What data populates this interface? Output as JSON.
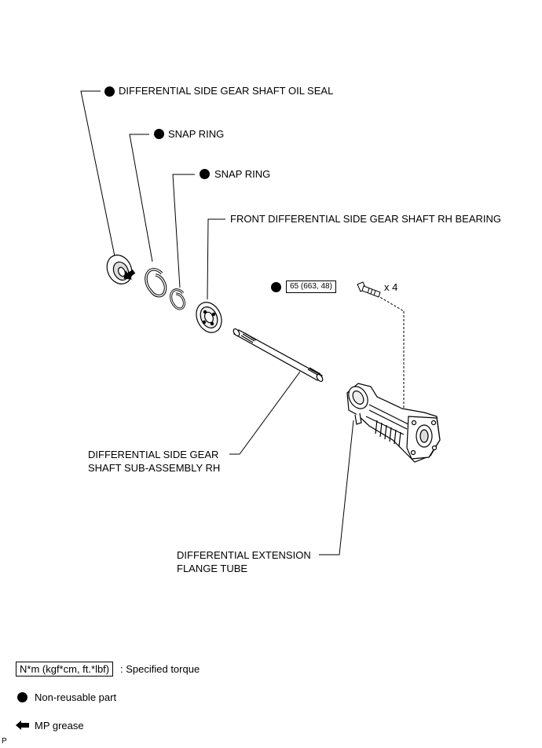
{
  "callouts": {
    "oil_seal": "DIFFERENTIAL SIDE GEAR SHAFT OIL SEAL",
    "snap_ring_1": "SNAP RING",
    "snap_ring_2": "SNAP RING",
    "bearing": "FRONT DIFFERENTIAL SIDE GEAR SHAFT RH BEARING",
    "shaft_line1": "DIFFERENTIAL SIDE GEAR",
    "shaft_line2": "SHAFT SUB-ASSEMBLY RH",
    "tube_line1": "DIFFERENTIAL EXTENSION",
    "tube_line2": "FLANGE TUBE"
  },
  "bolt": {
    "torque": "65 (663, 48)",
    "quantity": "x 4"
  },
  "legend": {
    "torque_box": "N*m (kgf*cm, ft.*lbf)",
    "torque_desc": ": Specified torque",
    "nonreusable_desc": "Non-reusable part",
    "grease_desc": "MP grease"
  },
  "corner_mark": "P"
}
